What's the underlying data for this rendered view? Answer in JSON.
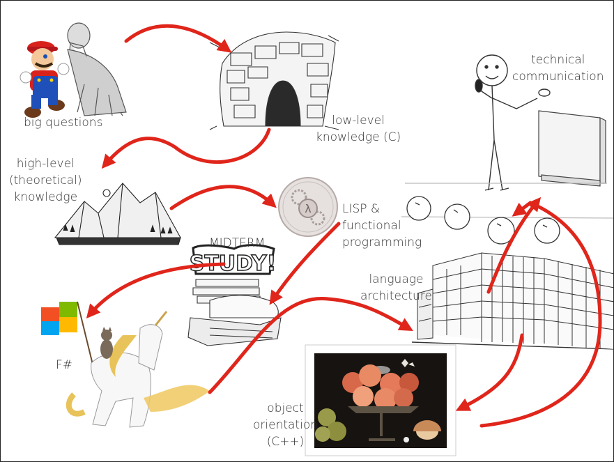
{
  "labels": {
    "big_questions": "big questions",
    "low_level": "low-level\nknowledge (C)",
    "high_level": "high-level\n(theoretical)\nknowledge",
    "technical_communication": "technical\ncommunication",
    "lisp": "LISP &\nfunctional\nprogramming",
    "midterm": "MIDTERM",
    "study_sign": "STUDY!",
    "language_architecture": "language\narchitecture",
    "fsharp": "F#",
    "object_orientation": "object\norientation\n(C++)",
    "lambda_symbol": "λ"
  },
  "colors": {
    "arrow": "#e0251b",
    "sketch": "#333333",
    "mario_red": "#d9221c",
    "mario_blue": "#1f4fb8"
  },
  "icons": [
    "thinker-statue",
    "mario-figure",
    "stone-cave",
    "mountains",
    "lambda-gears-seal",
    "study-books",
    "unicorn-cat-flag",
    "speaker-stick-figure",
    "projector-screen",
    "building-sketch",
    "still-life-painting"
  ]
}
